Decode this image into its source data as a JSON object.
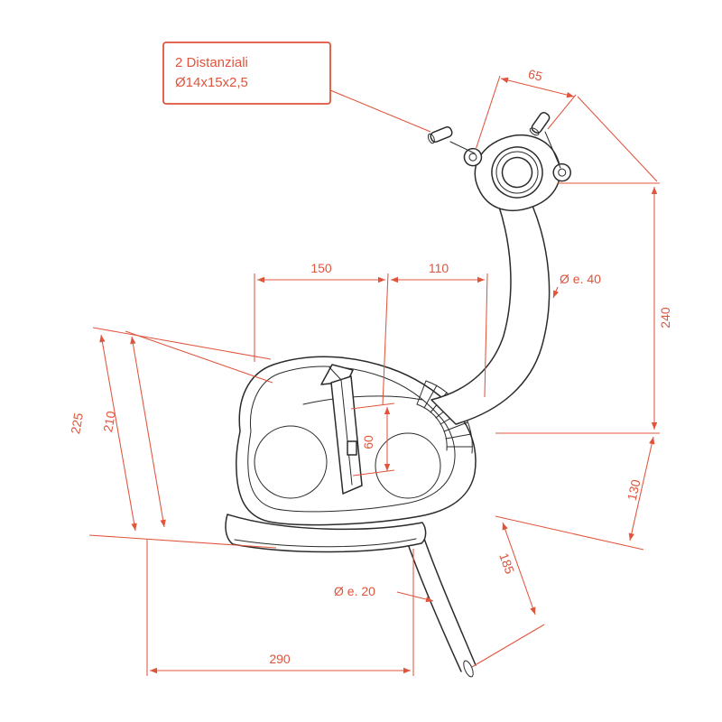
{
  "drawing": {
    "callout": {
      "line1": "2 Distanziali",
      "line2": "Ø14x15x2,5"
    },
    "dims": {
      "top_spacing": "65",
      "pipe_diameter": "Ø e. 40",
      "height_240": "240",
      "height_130": "130",
      "width_150": "150",
      "width_110": "110",
      "height_225": "225",
      "height_210": "210",
      "bracket_60": "60",
      "tail_185": "185",
      "tail_diameter": "Ø e. 20",
      "width_290": "290"
    },
    "colors": {
      "dimension_color": "#e0543c",
      "line_color": "#2b2b2b",
      "background": "#ffffff"
    }
  }
}
